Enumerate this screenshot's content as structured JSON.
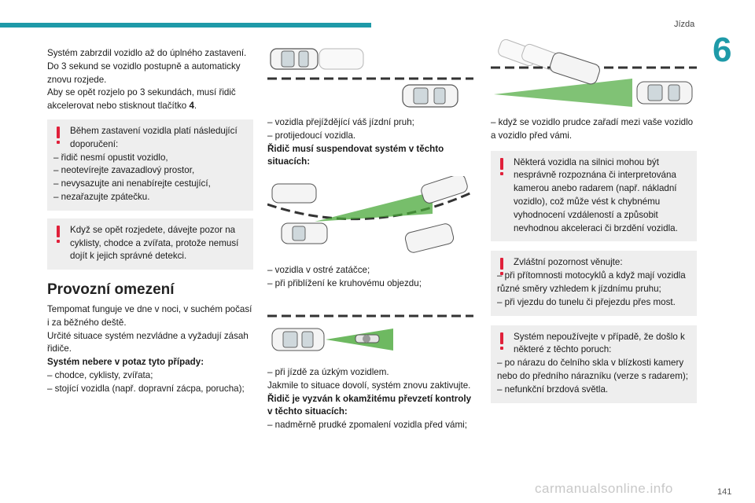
{
  "header": {
    "section": "Jízda",
    "chapter": "6"
  },
  "col1": {
    "intro": [
      "Systém zabrzdil vozidlo až do úplného zastavení.",
      "Do 3 sekund se vozidlo postupně a automaticky znovu rozjede.",
      "Aby se opět rozjelo po 3 sekundách, musí řidič akcelerovat nebo stisknout tlačítko "
    ],
    "intro_button": "4",
    "intro_end": ".",
    "warn1": {
      "lead": "Během zastavení vozidla platí následující doporučení:",
      "items": [
        "– řidič nesmí opustit vozidlo,",
        "– neotevírejte zavazadlový prostor,",
        "– nevysazujte ani nenabírejte cestující,",
        "– nezařazujte zpátečku."
      ]
    },
    "warn2": {
      "lead": "Když se opět rozjedete, dávejte pozor na cyklisty, chodce a zvířata, protože nemusí dojít k jejich správné detekci."
    },
    "heading": "Provozní omezení",
    "body1": "Tempomat funguje ve dne v noci, v suchém počasí i za běžného deště.",
    "body2": "Určité situace systém nezvládne a vyžadují zásah řidiče.",
    "bold1": "Systém nebere v potaz tyto případy:",
    "items": [
      "– chodce, cyklisty, zvířata;",
      "– stojící vozidla (např. dopravní zácpa, porucha);"
    ]
  },
  "col2": {
    "block1": [
      "– vozidla přejíždějící váš jízdní pruh;",
      "– protijedoucí vozidla."
    ],
    "bold1": "Řidič musí suspendovat systém v těchto situacích:",
    "block2": [
      "– vozidla v ostré zatáčce;",
      "– při přiblížení ke kruhovému objezdu;"
    ],
    "block3": [
      "– při jízdě za úzkým vozidlem.",
      "Jakmile to situace dovolí, systém znovu zaktivujte."
    ],
    "bold2": "Řidič je vyzván k okamžitému převzetí kontroly v těchto situacích:",
    "block4": [
      "– nadměrně prudké zpomalení vozidla před vámi;"
    ]
  },
  "col3": {
    "block1": "– když se vozidlo prudce zařadí mezi vaše vozidlo a vozidlo před vámi.",
    "warn1": "Některá vozidla na silnici mohou být nesprávně rozpoznána či interpretována kamerou anebo radarem (např. nákladní vozidlo), což může vést k chybnému vyhodnocení vzdáleností a způsobit nevhodnou akceleraci či brzdění vozidla.",
    "warn2": {
      "lead": "Zvláštní pozornost věnujte:",
      "items": [
        "– při přítomnosti motocyklů a když mají vozidla různé směry vzhledem k jízdnímu pruhu;",
        "– při vjezdu do tunelu či přejezdu přes most."
      ]
    },
    "warn3": {
      "lead": "Systém nepoužívejte v případě, že došlo k některé z těchto poruch:",
      "items": [
        "– po nárazu do čelního skla v blízkosti kamery nebo do předního nárazníku (verze s radarem);",
        "– nefunkční brzdová světla."
      ]
    }
  },
  "footer": {
    "page": "141",
    "watermark": "carmanualsonline.info"
  },
  "colors": {
    "accent": "#1e9aa8",
    "warning": "#e0203a",
    "box": "#eeeeee",
    "beam": "#4aa83a"
  }
}
